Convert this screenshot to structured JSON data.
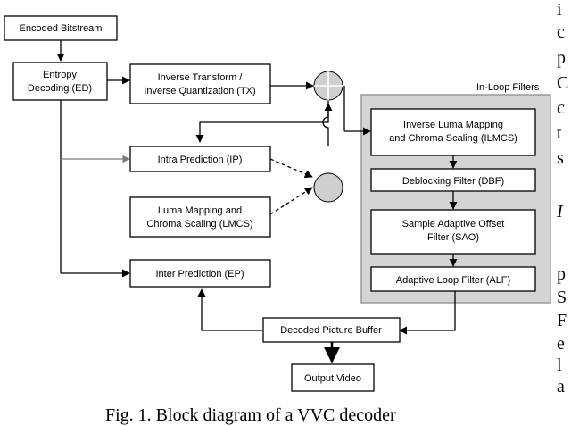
{
  "blocks": {
    "encoded_bitstream": "Encoded Bitstream",
    "entropy_decoding": [
      "Entropy",
      "Decoding (ED)"
    ],
    "inverse_transform": [
      "Inverse Transform /",
      "Inverse Quantization (TX)"
    ],
    "intra_prediction": "Intra Prediction (IP)",
    "lmcs": [
      "Luma Mapping and",
      "Chroma Scaling (LMCS)"
    ],
    "inter_prediction": "Inter Prediction (EP)",
    "decoded_picture_buffer": "Decoded Picture Buffer",
    "output_video": "Output Video"
  },
  "in_loop_filters": {
    "title": "In-Loop Filters",
    "ilmcs": [
      "Inverse Luma Mapping",
      "and Chroma Scaling (ILMCS)"
    ],
    "dbf": "Deblocking Filter (DBF)",
    "sao": [
      "Sample Adaptive Offset",
      "Filter (SAO)"
    ],
    "alf": "Adaptive Loop Filter (ALF)"
  },
  "side_text_fragments": [
    "i",
    "c",
    "p",
    "C",
    "c",
    "t",
    "s",
    "I",
    "p",
    "S",
    "F",
    "e",
    "l",
    "a"
  ],
  "caption_fragment": "Fig. 1. Block diagram of a VVC decoder"
}
